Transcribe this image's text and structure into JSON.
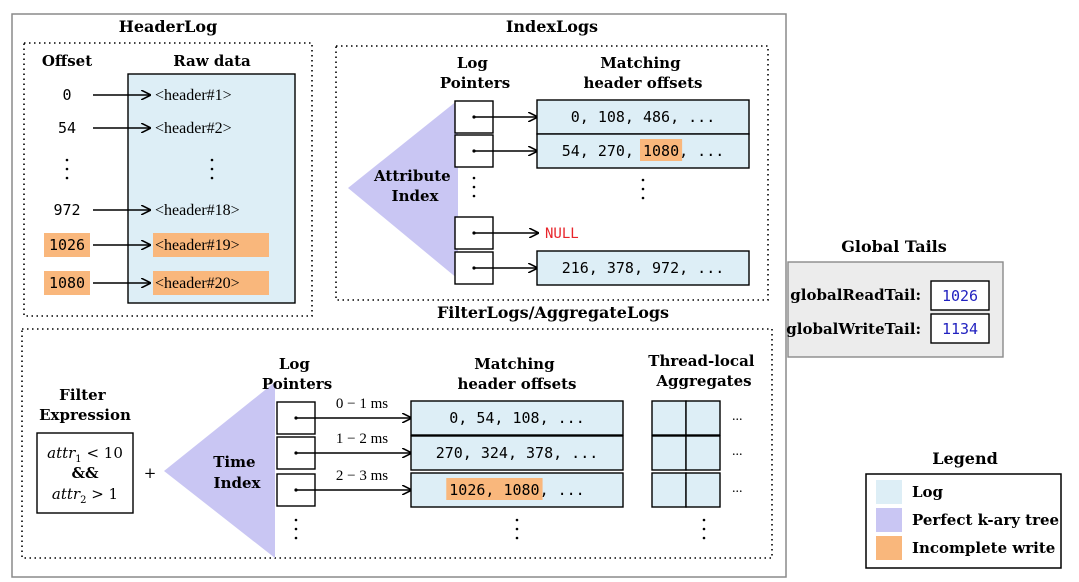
{
  "colors": {
    "log": "#ddeef6",
    "tree": "#c9c6f3",
    "incomplete": "#f9b77c",
    "null_text": "#e8242a",
    "tail_text": "#2222c0",
    "tails_bg": "#ececec",
    "outer_border": "#8a8a8a"
  },
  "headerlog": {
    "title": "HeaderLog",
    "col_offset": "Offset",
    "col_raw": "Raw data",
    "rows": [
      {
        "offset": "0",
        "data": "<header#1>",
        "incomplete": false
      },
      {
        "offset": "54",
        "data": "<header#2>",
        "incomplete": false
      },
      {
        "offset": ".",
        "data": ".",
        "ellipsis": true
      },
      {
        "offset": "972",
        "data": "<header#18>",
        "incomplete": false
      },
      {
        "offset": "1026",
        "data": "<header#19>",
        "incomplete": true
      },
      {
        "offset": "1080",
        "data": "<header#20>",
        "incomplete": true
      }
    ]
  },
  "indexlogs": {
    "title": "IndexLogs",
    "col_pointers": [
      "Log",
      "Pointers"
    ],
    "col_offsets": [
      "Matching",
      "header offsets"
    ],
    "index_label": [
      "Attribute",
      "Index"
    ],
    "null_label": "NULL",
    "rows": [
      {
        "parts": [
          {
            "t": "0, 108, 486, ...",
            "hl": false
          }
        ]
      },
      {
        "parts": [
          {
            "t": "54, 270, ",
            "hl": false
          },
          {
            "t": "1080",
            "hl": true
          },
          {
            "t": ", ...",
            "hl": false
          }
        ]
      },
      {
        "parts": [
          {
            "t": "216, 378, 972, ...",
            "hl": false
          }
        ]
      }
    ]
  },
  "filterlogs": {
    "title": "FilterLogs/AggregateLogs",
    "filter_title": [
      "Filter",
      "Expression"
    ],
    "filter_expr": [
      "attr",
      "1",
      " < 10",
      "&&",
      "attr",
      "2",
      " > 1"
    ],
    "plus": "+",
    "col_pointers": [
      "Log",
      "Pointers"
    ],
    "col_offsets": [
      "Matching",
      "header offsets"
    ],
    "col_aggregates": [
      "Thread-local",
      "Aggregates"
    ],
    "index_label": [
      "Time",
      "Index"
    ],
    "rows": [
      {
        "range": "0 − 1 ms",
        "parts": [
          {
            "t": "0, 54, 108, ...",
            "hl": false
          }
        ]
      },
      {
        "range": "1 − 2 ms",
        "parts": [
          {
            "t": "270, 324, 378, ...",
            "hl": false
          }
        ]
      },
      {
        "range": "2 − 3 ms",
        "parts": [
          {
            "t": "1026, 1080",
            "hl": true
          },
          {
            "t": ", ...",
            "hl": false
          }
        ]
      }
    ],
    "agg_ellipsis": "..."
  },
  "global_tails": {
    "title": "Global Tails",
    "read_label": "globalReadTail:",
    "read_value": "1026",
    "write_label": "globalWriteTail:",
    "write_value": "1134"
  },
  "legend": {
    "title": "Legend",
    "items": [
      {
        "label": "Log",
        "color_key": "log"
      },
      {
        "label": "Perfect k-ary tree",
        "color_key": "tree"
      },
      {
        "label": "Incomplete write",
        "color_key": "incomplete"
      }
    ]
  }
}
